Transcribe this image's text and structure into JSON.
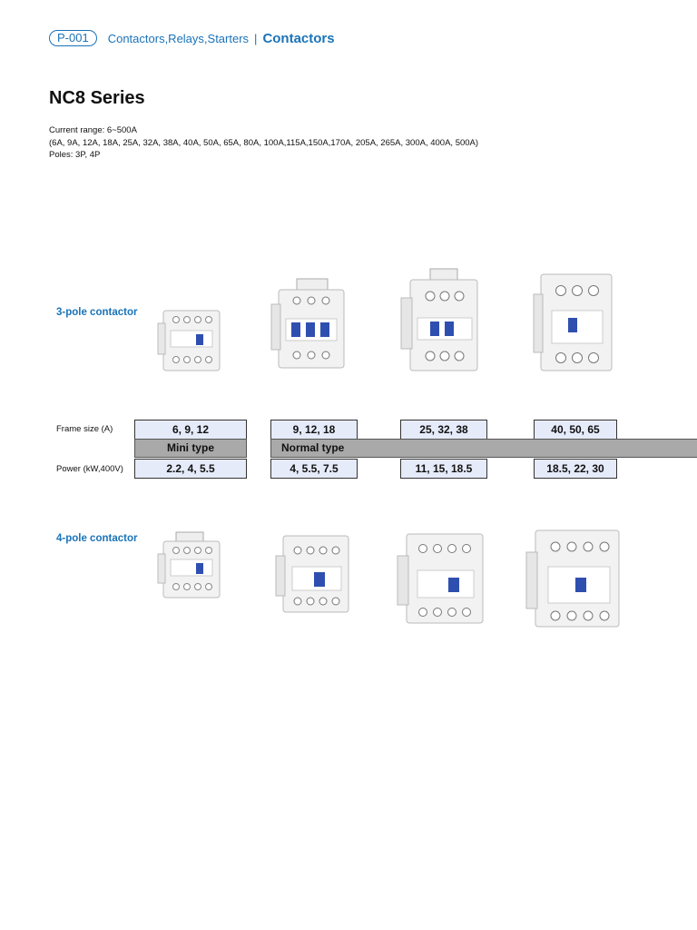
{
  "header": {
    "page_code": "P-001",
    "breadcrumb": "Contactors,Relays,Starters",
    "separator": "|",
    "current": "Contactors"
  },
  "title": "NC8 Series",
  "info": {
    "current_range": "Current range: 6~500A",
    "ratings": "(6A, 9A, 12A, 18A, 25A, 32A, 38A, 40A, 50A, 65A, 80A, 100A,115A,150A,170A, 205A, 265A, 300A, 400A, 500A)",
    "poles": "Poles: 3P, 4P"
  },
  "three_pole_label": "3-pole contactor",
  "four_pole_label": "4-pole contactor",
  "table": {
    "frame_label": "Frame size (A)",
    "power_label": "Power (kW,400V)",
    "frame_sizes": [
      "6, 9, 12",
      "9, 12, 18",
      "25, 32, 38",
      "40, 50, 65"
    ],
    "powers": [
      "2.2, 4, 5.5",
      "4, 5.5, 7.5",
      "11, 15, 18.5",
      "18.5, 22, 30"
    ],
    "type_mini": "Mini type",
    "type_normal": "Normal type"
  },
  "colors": {
    "accent": "#1a73b8",
    "cell_fill": "#e6ebfa",
    "type_bar": "#a9a9a9",
    "actuator": "#2f4fb0"
  }
}
